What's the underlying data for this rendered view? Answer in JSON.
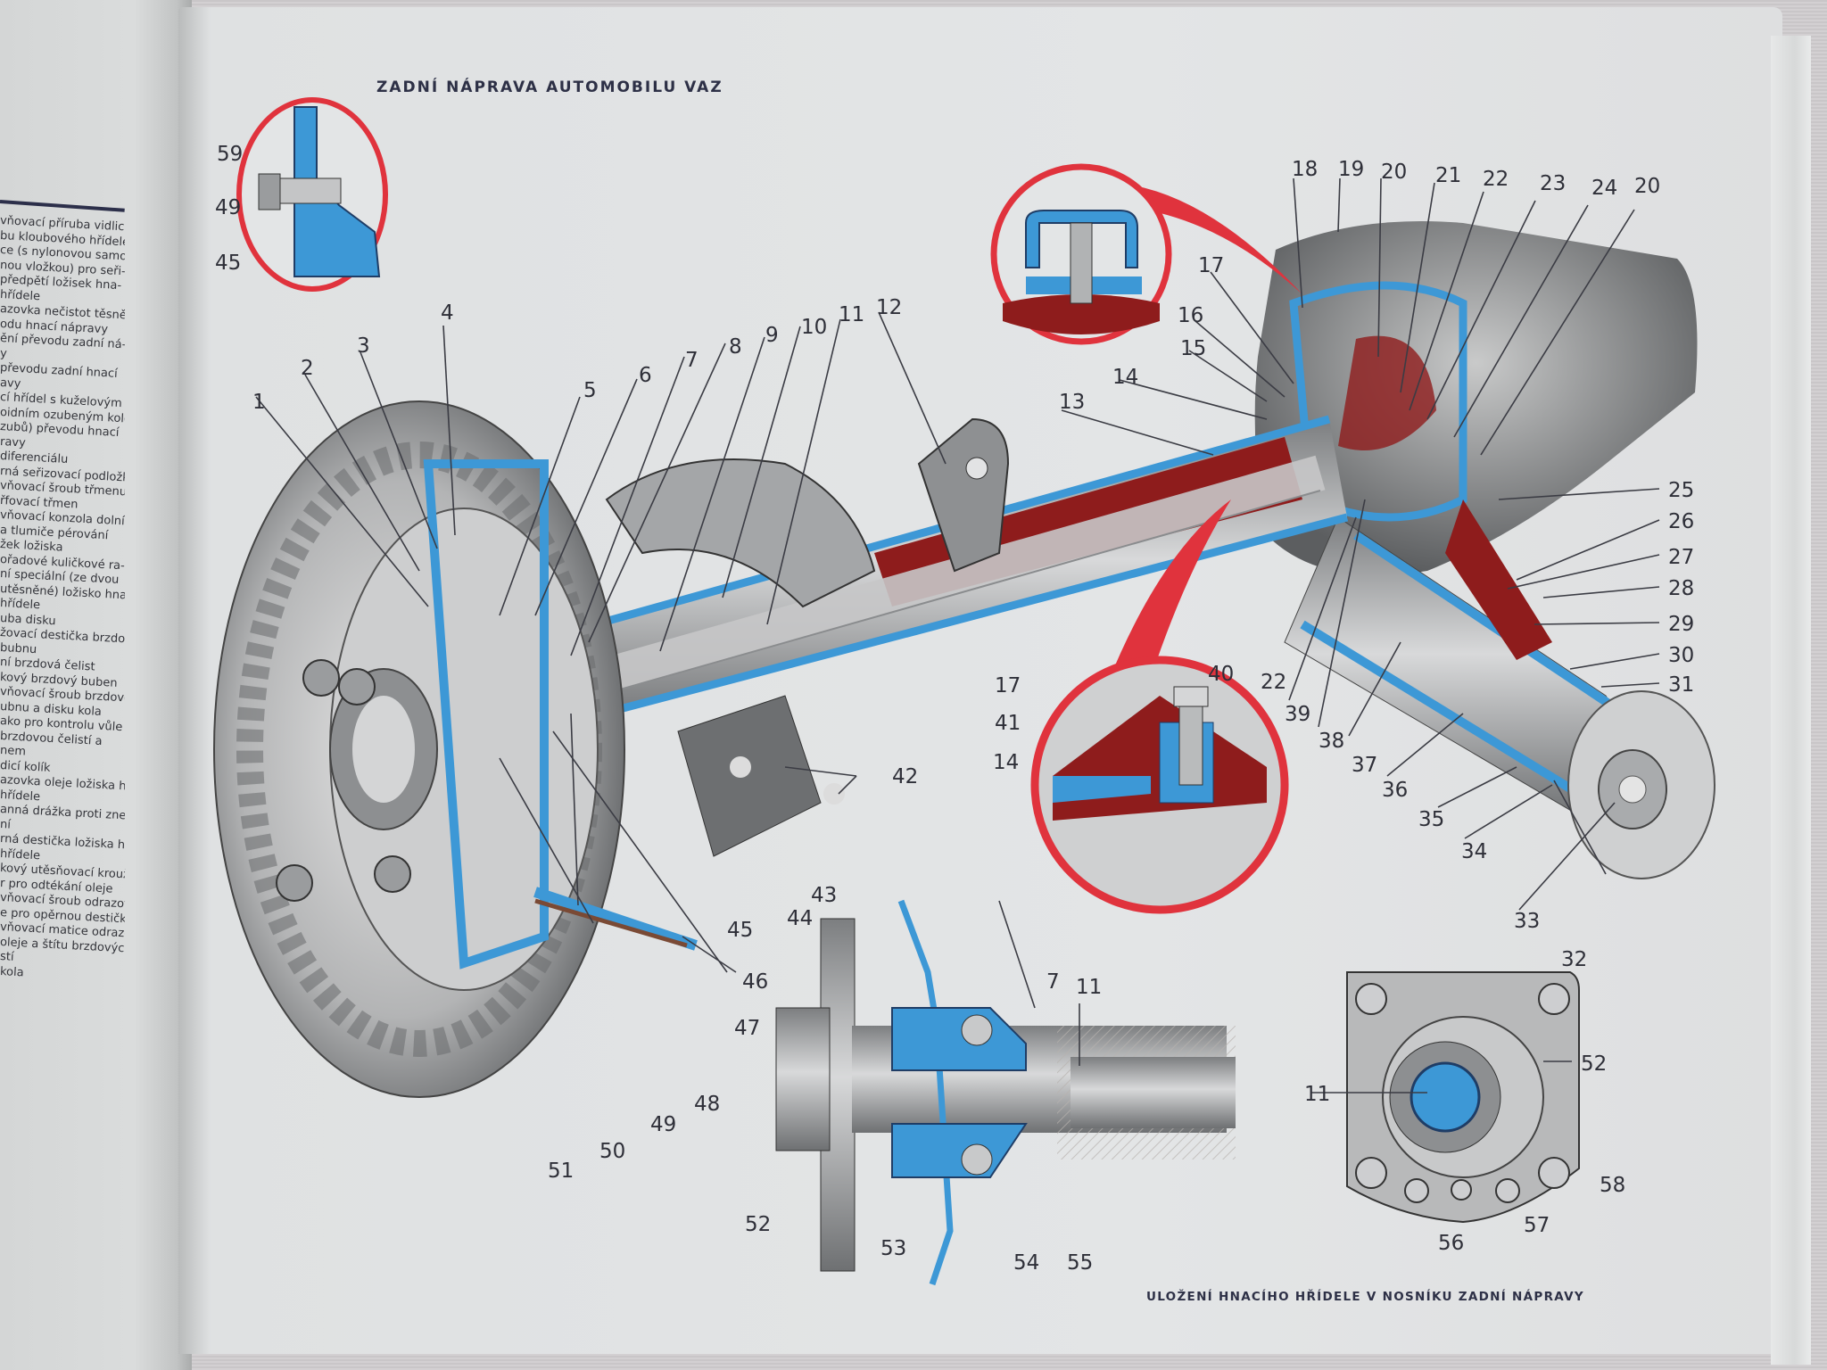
{
  "document": {
    "title": "ZADNÍ NÁPRAVA AUTOMOBILU VAZ",
    "subtitle": "ULOŽENÍ HNACÍHO HŘÍDELE V NOSNÍKU ZADNÍ NÁPRAVY"
  },
  "legend_fragments": [
    "vňovací příruba vidlice",
    "bu kloubového hřídele",
    "ce (s nylonovou samo-",
    "nou vložkou) pro seři-",
    "předpětí ložisek hna-",
    "hřídele",
    "azovka nečistot těsnění",
    "odu hnací nápravy",
    "ění převodu zadní ná-",
    "y",
    "převodu zadní hnací",
    "avy",
    "cí hřídel s kuželovým",
    "oidním ozubeným kolem",
    "zubů) převodu hnací",
    "ravy",
    "diferenciálu",
    "rná seřizovací podložka",
    "vňovací šroub třmenu",
    "řfovací třmen",
    "vňovací konzola dolní",
    "a tlumiče pérování",
    "žek ložiska",
    "ořadové kuličkové ra-",
    "ní speciální (ze dvou",
    "utěsněné) ložisko hna-",
    "hřídele",
    "uba disku",
    "žovací destička brzdo-",
    "bubnu",
    "ní brzdová čelist",
    "kový brzdový buben",
    "vňovací šroub brzdové-",
    "ubnu a disku kola",
    "ako pro kontrolu vůle",
    "brzdovou čelistí a",
    "nem",
    "dicí kolík",
    "azovka oleje ložiska hna-",
    "hřídele",
    "anná drážka proti zne-",
    "ní",
    "rná destička ložiska hna-",
    "hřídele",
    "kový utěsňovací kroužek",
    "r pro odtékání oleje",
    "vňovací šroub odrazovky",
    "e pro opěrnou destičku",
    "vňovací matice odrazov-",
    "oleje a štítu brzdových",
    "stí",
    "kola"
  ],
  "callouts": {
    "top_inset": [
      "59",
      "49",
      "45"
    ],
    "main": [
      "1",
      "2",
      "3",
      "4",
      "5",
      "6",
      "7",
      "8",
      "9",
      "10",
      "11",
      "12",
      "13",
      "14",
      "15",
      "16",
      "17",
      "18",
      "19",
      "20",
      "21",
      "22",
      "23",
      "24",
      "20",
      "25",
      "26",
      "27",
      "28",
      "29",
      "30",
      "31",
      "32",
      "33",
      "34",
      "35",
      "36",
      "37",
      "38",
      "39",
      "22",
      "42",
      "43",
      "44",
      "45",
      "46",
      "47",
      "48",
      "49",
      "50",
      "51"
    ],
    "center_inset": [
      "40",
      "17",
      "41",
      "14"
    ],
    "bearing_detail": [
      "7",
      "11",
      "52",
      "53",
      "54",
      "55"
    ],
    "flange_detail": [
      "11",
      "52",
      "56",
      "57",
      "58"
    ]
  },
  "colors": {
    "section_blue": "#3d98d6",
    "oil_red": "#8e1c1c",
    "inset_ring_red": "#e0333d",
    "metal_grey": "#9ea0a1",
    "ink": "#2e2f38"
  }
}
